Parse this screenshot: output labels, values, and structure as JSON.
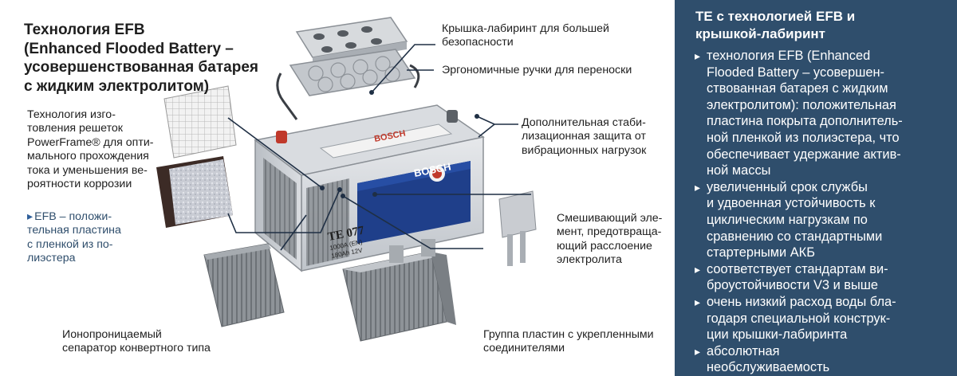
{
  "title": "Технология EFB\n(Enhanced Flooded Battery –\nусовершенствованная батарея\nс жидким электролитом)",
  "labels": {
    "powerframe": "Технология изго-\nтовления решеток\nPowerFrame® для опти-\nмального прохождения\nтока и уменьшения ве-\nроятности коррозии",
    "efb_plate": "EFB – положи-\nтельная пластина\nс пленкой из по-\nлиэстера",
    "separator": "Ионопроницаемый\nсепаратор  конвертного типа",
    "plates_group": "Группа пластин с укрепленными\nсоединителями",
    "mixing": "Смешивающий эле-\nмент, предотвраща-\nющий расслоение\nэлектролита",
    "stabilization": "Дополнительная стаби-\nлизационная защита от\nвибрационных нагрузок",
    "handles": "Эргономичные ручки для переноски",
    "labyrinth_lid": "Крышка-лабиринт  для большей\nбезопасности"
  },
  "battery": {
    "brand": "BOSCH",
    "model": "TE 077",
    "spec_line1": "1000A (EN)",
    "spec_line2": "180Ah 12V"
  },
  "panel": {
    "title": "TE с технологией EFB и\nкрышкой-лабиринт",
    "items": [
      "технология EFB (Enhanced\nFlooded Battery – усовершен-\nствованная батарея с жидким\nэлектролитом): положительная\nпластина покрыта дополнитель-\nной пленкой из полиэстера, что\nобеспечивает удержание актив-\nной массы",
      "увеличенный срок службы\nи удвоенная устойчивость к\nциклическим нагрузкам по\nсравнению со стандартными\nстартерными АКБ",
      "соответствует стандартам ви-\nброустойчивости V3 и выше",
      "очень низкий расход воды бла-\nгодаря специальной конструк-\nции крышки-лабиринта",
      "абсолютная\nнеобслуживаемость"
    ]
  },
  "colors": {
    "panel_bg": "#2f4e6c",
    "accent_blue": "#2f5f9a",
    "leader_line": "#1f2f44",
    "battery_body": "#c9cdd2"
  }
}
